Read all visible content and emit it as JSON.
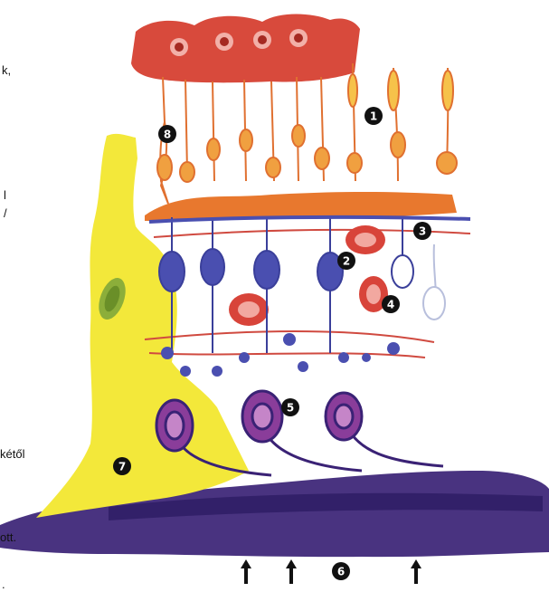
{
  "text_fragments": [
    "k,",
    "l",
    "/",
    "kétől",
    "ott.",
    "."
  ],
  "markers": [
    "1",
    "2",
    "3",
    "4",
    "5",
    "6",
    "7",
    "8"
  ],
  "colors": {
    "pigment_epithelium": "#d84a3c",
    "photoreceptor": "#f0a040",
    "bipolar_cell": "#4a4fb0",
    "horizontal_amacrine": "#d04a40",
    "ganglion_cell": "#8a3d9a",
    "muller_glia": "#f3e83a",
    "nerve_fiber_layer": "#3a2275",
    "marker_fill": "#111111"
  }
}
